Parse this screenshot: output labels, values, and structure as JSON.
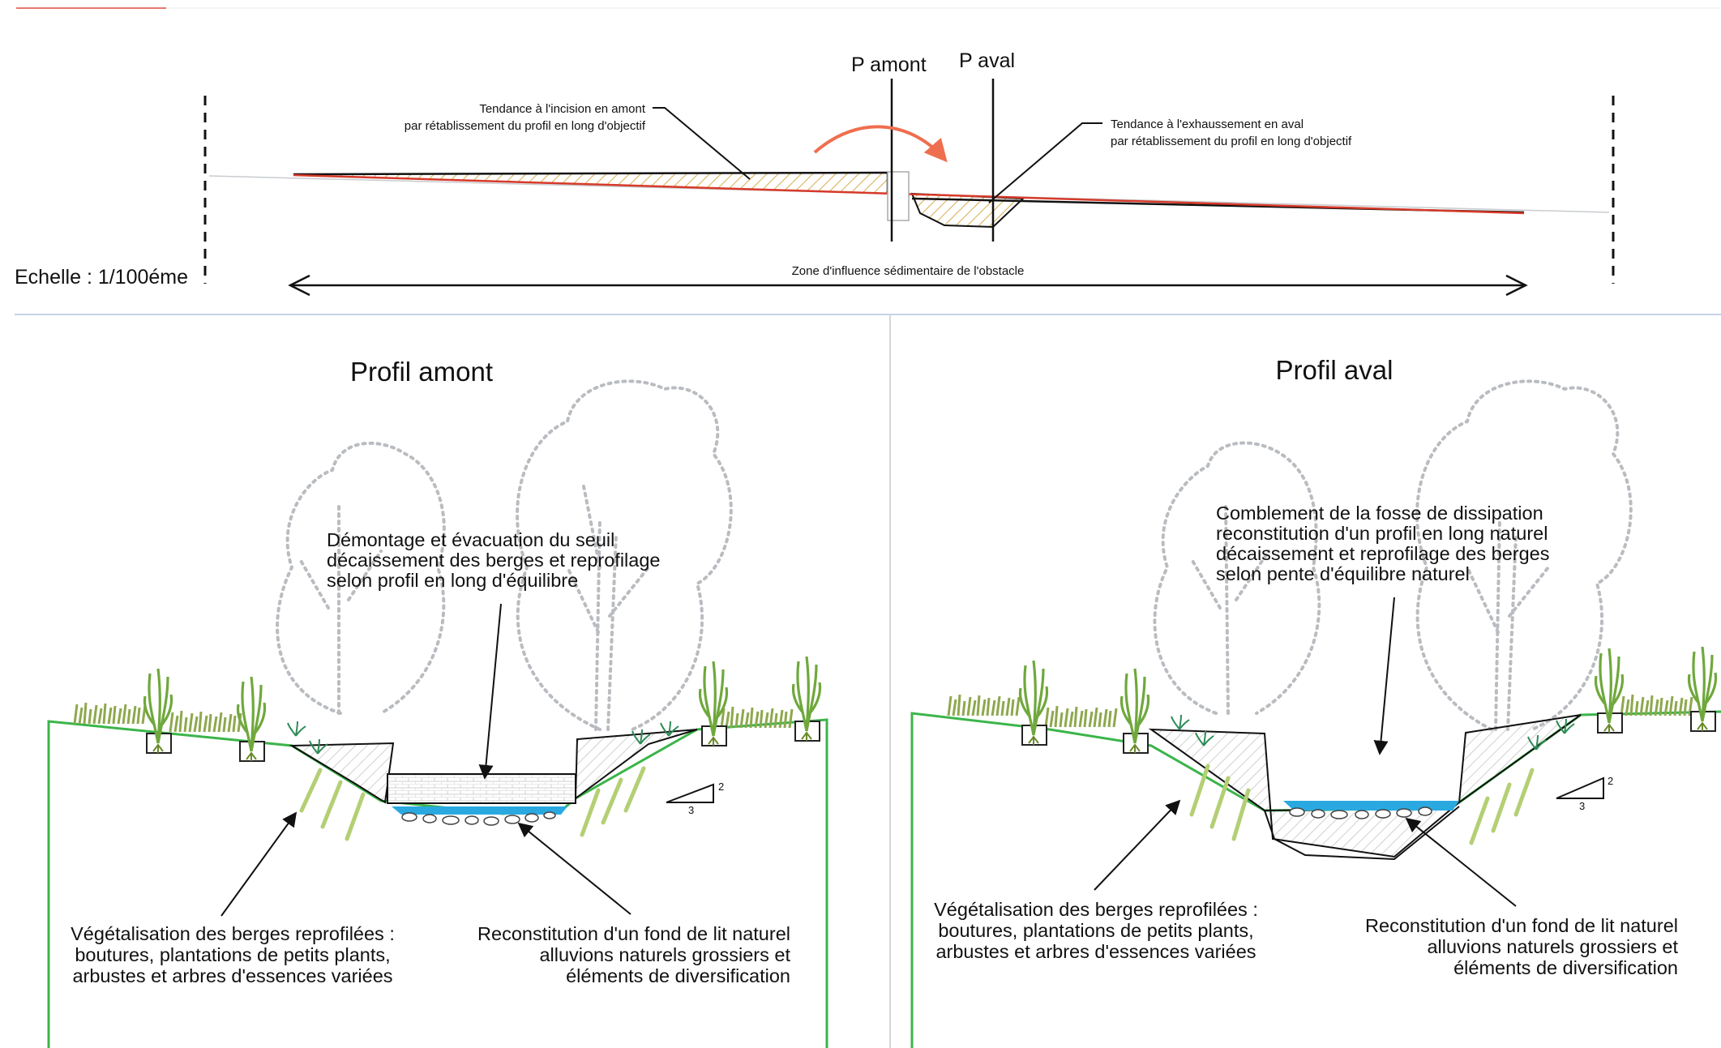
{
  "long_profile": {
    "p_amont_label": "P amont",
    "p_aval_label": "P aval",
    "incision_line1": "Tendance à l'incision en amont",
    "incision_line2": "par rétablissement du profil en long d'objectif",
    "exhaussement_line1": "Tendance à l'exhaussement en aval",
    "exhaussement_line2": "par rétablissement du profil en long d'objectif",
    "scale_label": "Echelle : 1/100éme",
    "zone_label": "Zone d'influence sédimentaire de l'obstacle"
  },
  "profil_amont": {
    "title": "Profil amont",
    "works_lines": [
      "Démontage et évacuation du seuil",
      "décaissement des berges et reprofilage",
      "selon profil en long d'équilibre"
    ],
    "veg_lines": [
      "Végétalisation des berges reprofilées :",
      "boutures, plantations de petits plants,",
      "arbustes et arbres d'essences variées"
    ],
    "bed_lines": [
      "Reconstitution d'un fond de lit naturel",
      "alluvions naturels grossiers et",
      "éléments de diversification"
    ],
    "slope_v": "2",
    "slope_h": "3"
  },
  "profil_aval": {
    "title": "Profil aval",
    "works_lines": [
      "Comblement de la fosse de dissipation",
      "reconstitution d'un profil en long naturel",
      "décaissement et reprofilage des berges",
      "selon pente d'équilibre naturel"
    ],
    "veg_lines": [
      "Végétalisation des berges reprofilées :",
      "boutures, plantations de petits plants,",
      "arbustes et arbres d'essences variées"
    ],
    "bed_lines": [
      "Reconstitution d'un fond de lit naturel",
      "alluvions naturels grossiers et",
      "éléments de diversification"
    ],
    "slope_v": "2",
    "slope_h": "3"
  },
  "colors": {
    "ground_line": "#3bb54a",
    "water": "#29a9e0",
    "red_profile": "#d63a2a",
    "arrow_red": "#ef6e4f",
    "hatch": "#d9b35a",
    "grass": "#8ea84e",
    "tree_gray": "#b9bcc0"
  }
}
